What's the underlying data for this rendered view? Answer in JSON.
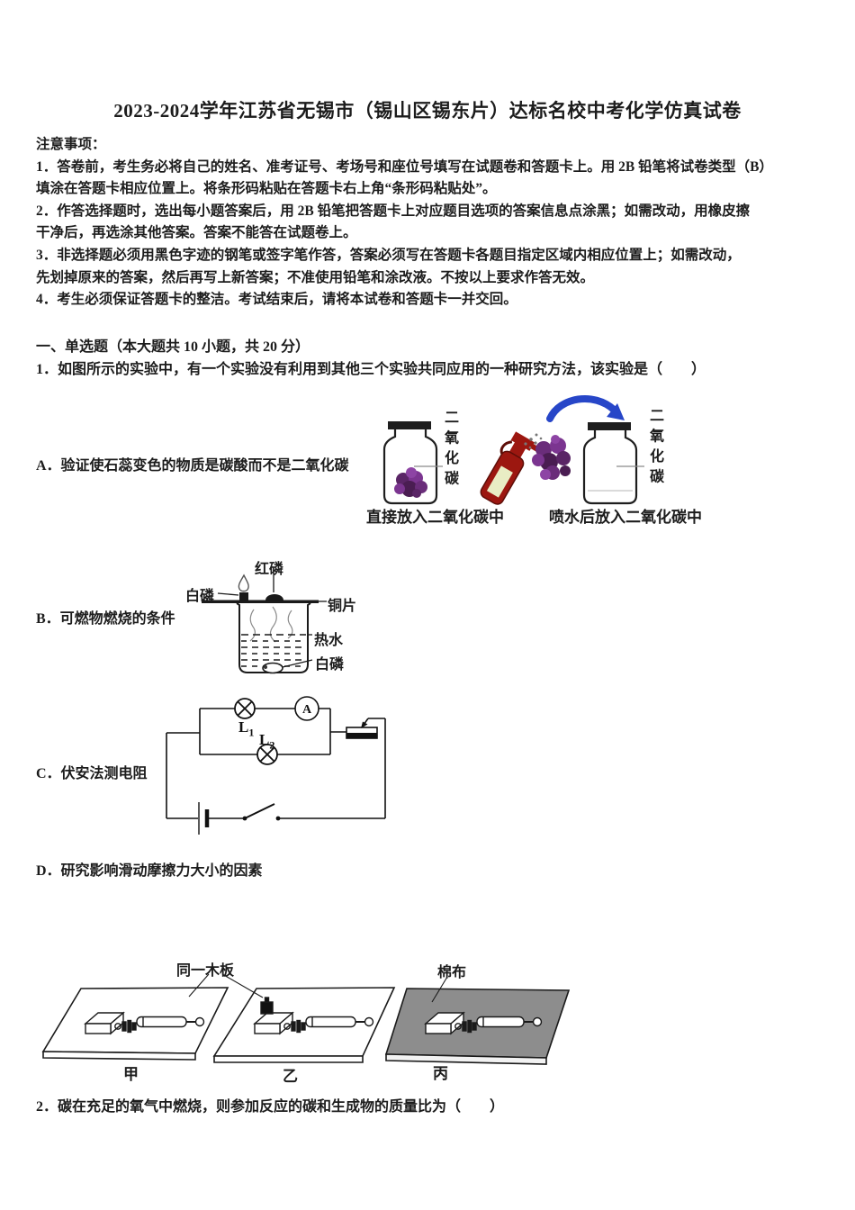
{
  "page": {
    "title": "2023-2024学年江苏省无锡市（锡山区锡东片）达标名校中考化学仿真试卷",
    "notice_heading": "注意事项：",
    "notice_lines": [
      "1．答卷前，考生务必将自己的姓名、准考证号、考场号和座位号填写在试题卷和答题卡上。用 2B 铅笔将试卷类型（B）",
      "填涂在答题卡相应位置上。将条形码粘贴在答题卡右上角“条形码粘贴处”。",
      "2．作答选择题时，选出每小题答案后，用 2B 铅笔把答题卡上对应题目选项的答案信息点涂黑；如需改动，用橡皮擦",
      "干净后，再选涂其他答案。答案不能答在试题卷上。",
      "3．非选择题必须用黑色字迹的钢笔或签字笔作答，答案必须写在答题卡各题目指定区域内相应位置上；如需改动，",
      "先划掉原来的答案，然后再写上新答案；不准使用铅笔和涂改液。不按以上要求作答无效。",
      "4．考生必须保证答题卡的整洁。考试结束后，请将本试卷和答题卡一并交回。"
    ],
    "section_heading": "一、单选题（本大题共 10 小题，共 20 分）",
    "question1": "1．如图所示的实验中，有一个实验没有利用到其他三个实验共同应用的一种研究方法，该实验是（　　）",
    "question2": "2．碳在充足的氧气中燃烧，则参加反应的碳和生成物的质量比为（　　）",
    "option_a": "A．验证使石蕊变色的物质是碳酸而不是二氧化碳",
    "option_b": "B．可燃物燃烧的条件",
    "option_c": "C．伏安法测电阻",
    "option_d": "D．研究影响滑动摩擦力大小的因素"
  },
  "figure_a": {
    "left_bottle_label": "二氧化碳",
    "right_bottle_label": "二氧化碳",
    "left_caption": "直接放入二氧化碳中",
    "right_caption": "喷水后放入二氧化碳中"
  },
  "figure_b": {
    "red_phosphorus_label": "红磷",
    "white_phosphorus_top_label": "白磷",
    "copper_sheet_label": "铜片",
    "hot_water_label": "热水",
    "white_phosphorus_bottom_label": "白磷"
  },
  "figure_c": {
    "lamp1_letter": "L",
    "lamp1_sub": "1",
    "lamp2_letter": "L",
    "lamp2_sub": "2",
    "ammeter_label": "A"
  },
  "figure_d": {
    "same_board_label": "同一木板",
    "cotton_label": "棉布",
    "board_jia_label": "甲",
    "board_yi_label": "乙",
    "board_bing_label": "丙"
  },
  "colors": {
    "text": "#1c1c1c",
    "flower_purple": "#6a2d7a",
    "spray_bottle_red": "#9c1710",
    "arrow_blue": "#2746c8",
    "cotton_gray": "#8d8d8d"
  }
}
